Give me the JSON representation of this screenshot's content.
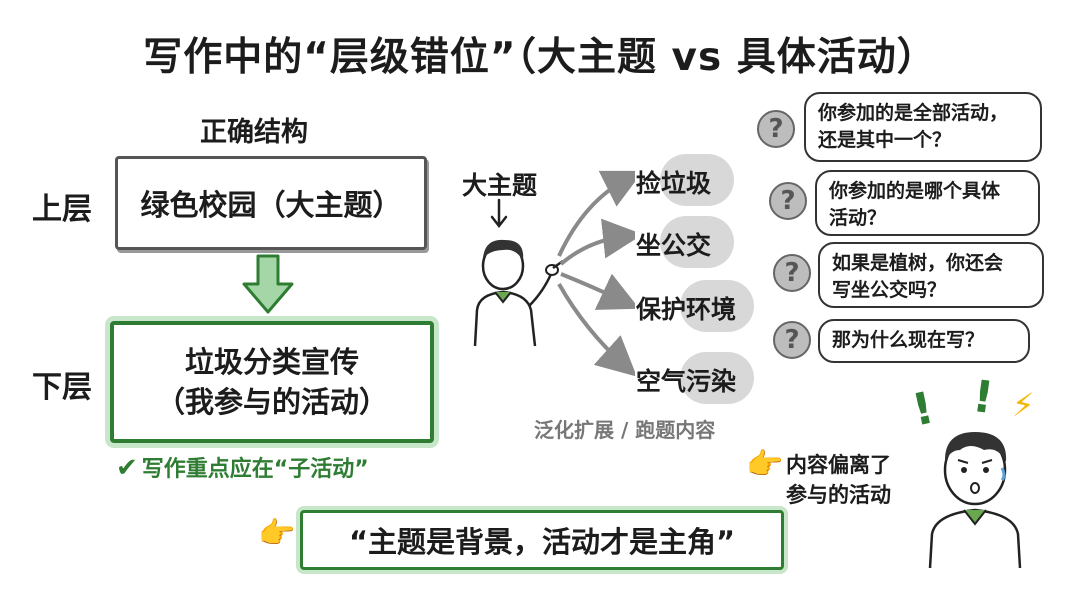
{
  "title": "写作中的“层级错位”（大主题 vs 具体活动）",
  "left": {
    "heading": "正确结构",
    "upper_label": "上层",
    "lower_label": "下层",
    "upper_box": "绿色校园（大主题）",
    "lower_box_line1": "垃圾分类宣传",
    "lower_box_line2": "（我参与的活动）",
    "focus_note": "写作重点应在“子活动”"
  },
  "middle": {
    "topic_label": "大主题",
    "items": [
      "捡垃圾",
      "坐公交",
      "保护环境",
      "空气污染"
    ],
    "caption": "泛化扩展 / 跑题内容"
  },
  "questions": [
    {
      "line1": "你参加的是全部活动，",
      "line2": "还是其中一个？"
    },
    {
      "line1": "你参加的是哪个具体",
      "line2": "活动？"
    },
    {
      "line1": "如果是植树，你还会",
      "line2": "写坐公交吗？"
    },
    {
      "line1": "那为什么现在写？",
      "line2": ""
    }
  ],
  "side_note": {
    "line1": "内容偏离了",
    "line2": "参与的活动"
  },
  "quote": "“主题是背景，活动才是主角”",
  "icons": {
    "question": "?",
    "check": "✔",
    "hand": "👉",
    "exclaim": "!",
    "bolt": "⚡"
  },
  "colors": {
    "green": "#2e7d32",
    "light_green": "#c8e6c9",
    "arrow_green": "#7cc27a",
    "gray": "#777777"
  }
}
